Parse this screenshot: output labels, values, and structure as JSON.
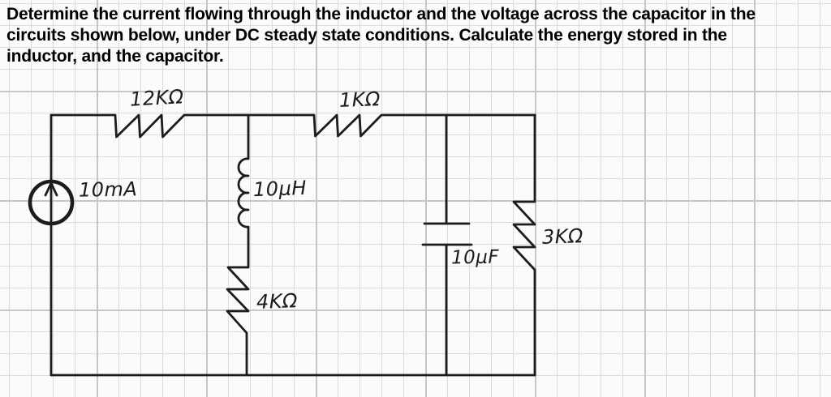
{
  "problem_statement": {
    "line1": "Determine the current flowing through the inductor and the voltage across the capacitor in the",
    "line2": "circuits shown below, under DC steady state conditions. Calculate the energy stored in the",
    "line3": "inductor, and the capacitor."
  },
  "components": {
    "current_source": {
      "label": "10mA"
    },
    "resistor_12k": {
      "label": "12KΩ"
    },
    "resistor_1k": {
      "label": "1KΩ"
    },
    "inductor": {
      "label": "10µH"
    },
    "resistor_4k": {
      "label": "4KΩ"
    },
    "capacitor": {
      "label": "10µF"
    },
    "resistor_3k": {
      "label": "3KΩ"
    }
  },
  "colors": {
    "ink": "#1c1c1c",
    "grid_minor": "#dcdce0",
    "grid_major": "#c6c6cc",
    "paper": "#fbfbfb"
  }
}
